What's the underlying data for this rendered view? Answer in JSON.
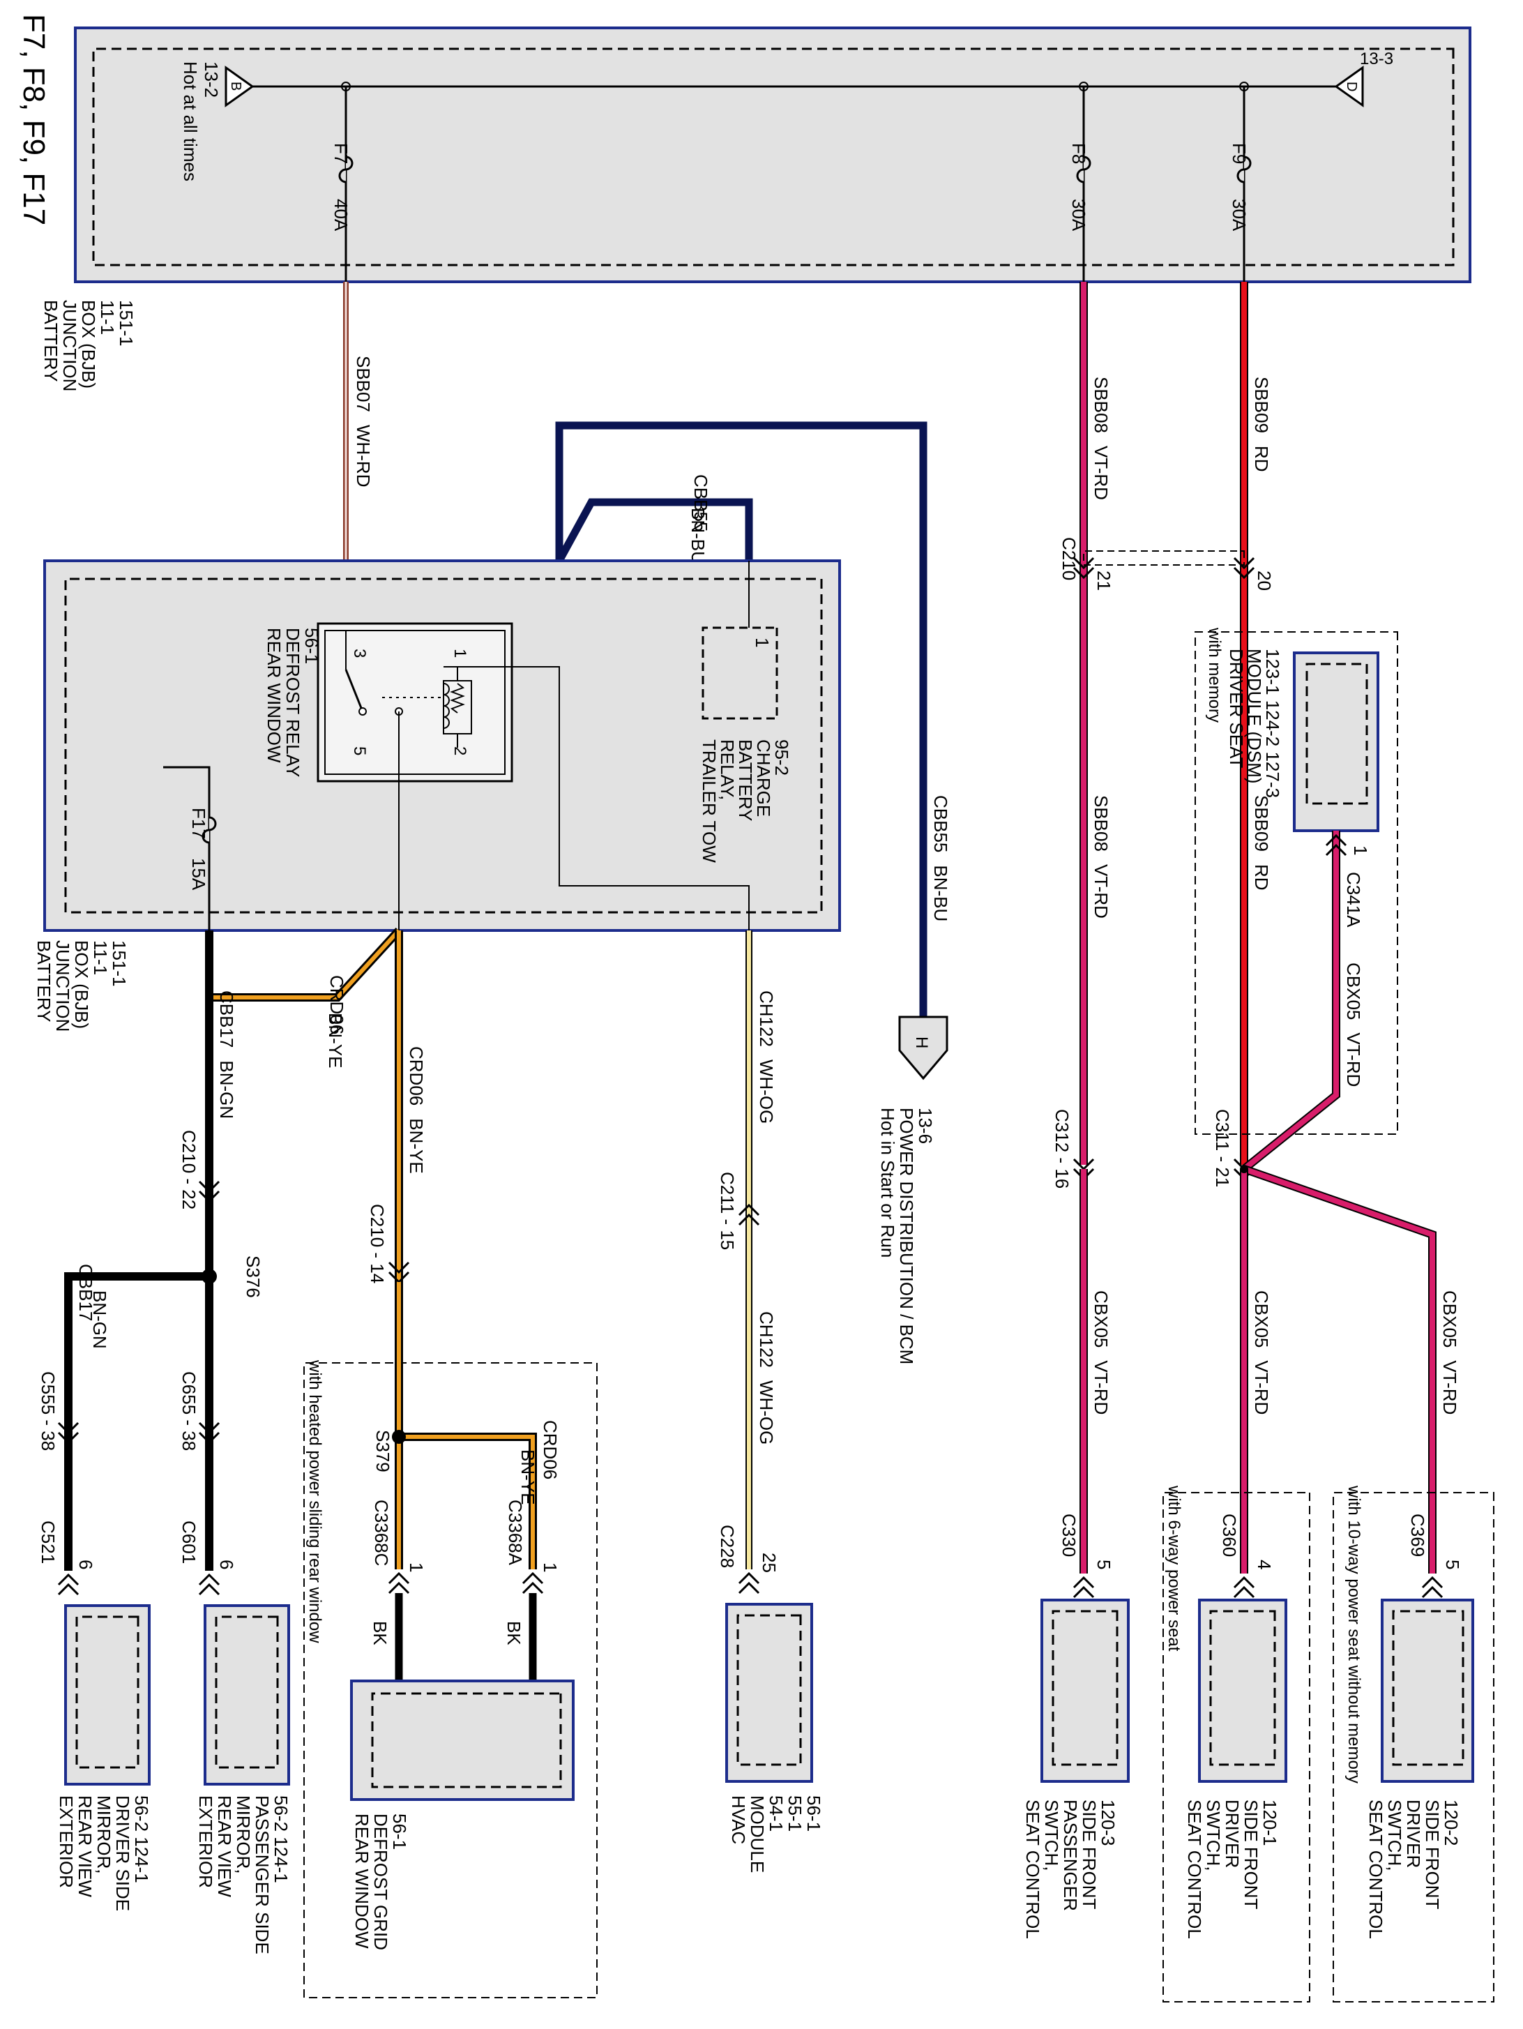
{
  "title": "F7, F8, F9, F17",
  "bjb_top": {
    "label_lines": [
      "BATTERY",
      "JUNCTION",
      "BOX (BJB)",
      "11-1",
      "151-1"
    ]
  },
  "hot_at_all_times": {
    "text": "Hot at all times",
    "ref": "13-2",
    "letter": "B"
  },
  "bus_left": {
    "letter": "D",
    "ref": "13-3"
  },
  "fuses": [
    {
      "name": "F9",
      "rating": "30A"
    },
    {
      "name": "F8",
      "rating": "30A"
    },
    {
      "name": "F7",
      "rating": "40A"
    },
    {
      "name": "F17",
      "rating": "15A"
    }
  ],
  "circuits": {
    "sbb09": {
      "name": "SBB09",
      "color": "RD"
    },
    "sbb08": {
      "name": "SBB08",
      "color": "VT-RD"
    },
    "sbb07": {
      "name": "SBB07",
      "color": "WH-RD"
    },
    "cbb55": {
      "name": "CBB55",
      "color": "BN-BU"
    },
    "cbb17": {
      "name": "CBB17",
      "color": "BN-GN"
    },
    "crd06": {
      "name": "CRD06",
      "color": "BN-YE"
    },
    "ch122": {
      "name": "CH122",
      "color": "WH-OG"
    },
    "cbx05": {
      "name": "CBX05",
      "color": "VT-RD"
    },
    "c341a": {
      "name": "C341A"
    },
    "bk": {
      "color": "BK"
    }
  },
  "connectors": {
    "c210": "C210",
    "pin20": "20",
    "pin21": "21",
    "c311": "C311 - 21",
    "c312": "C312 - 16",
    "c341a_pin": "1",
    "c330": "C330",
    "c330_pin": "5",
    "c360": "C360",
    "c360_pin": "4",
    "c369": "C369",
    "c369_pin": "5",
    "c211": "C211 - 15",
    "c228": "C228",
    "c228_pin": "25",
    "c210_14": "C210 - 14",
    "c210_22": "C210 - 22",
    "s379": "S379",
    "s376": "S376",
    "c3368c": "C3368C",
    "c3368c_pin": "1",
    "c3368a": "C3368A",
    "c3368a_pin": "1",
    "c655": "C655 - 38",
    "c601": "C601",
    "c601_pin": "6",
    "c555": "C555 - 38",
    "c521": "C521",
    "c521_pin": "6"
  },
  "relay": {
    "label_lines": [
      "REAR WINDOW",
      "DEFROST RELAY",
      "56-1"
    ],
    "pins": [
      "1",
      "2",
      "3",
      "5"
    ]
  },
  "trailer_relay": {
    "label_lines": [
      "TRAILER TOW",
      "RELAY,",
      "BATTERY",
      "CHARGE",
      "95-2"
    ],
    "pin": "1"
  },
  "bjb_mid": {
    "label_lines": [
      "BATTERY",
      "JUNCTION",
      "BOX (BJB)",
      "11-1",
      "151-1"
    ]
  },
  "power_dist": {
    "letter": "H",
    "label_lines": [
      "Hot in Start or Run",
      "POWER DISTRIBUTION / BCM",
      "13-6"
    ]
  },
  "modules": {
    "dsm": {
      "label_lines": [
        "DRIVER SEAT",
        "MODULE (DSM)",
        "123-1  124-2  127-3"
      ],
      "option": "with memory"
    },
    "seat_pass": {
      "label_lines": [
        "SEAT CONTROL",
        "SWTCH,",
        "PASSENGER",
        "SIDE FRONT",
        "120-3"
      ]
    },
    "seat_drv6": {
      "label_lines": [
        "SEAT CONTROL",
        "SWTCH,",
        "DRIVER",
        "SIDE FRONT",
        "120-1"
      ],
      "option": "with 6-way power seat"
    },
    "seat_drv10": {
      "label_lines": [
        "SEAT CONTROL",
        "SWTCH,",
        "DRIVER",
        "SIDE FRONT",
        "120-2"
      ],
      "option": "with 10-way power seat without memory"
    },
    "hvac": {
      "label_lines": [
        "HVAC",
        "MODULE",
        "54-1",
        "55-1",
        "56-1"
      ]
    },
    "grid": {
      "label_lines": [
        "REAR WINDOW",
        "DEFROST GRID",
        "56-1"
      ],
      "option": "with heated power sliding rear window"
    },
    "mirror_pass": {
      "label_lines": [
        "EXTERIOR",
        "REAR VIEW",
        "MIRROR,",
        "PASSENGER SIDE",
        "56-2  124-1"
      ]
    },
    "mirror_drv": {
      "label_lines": [
        "EXTERIOR",
        "REAR VIEW",
        "MIRROR,",
        "DRIVER SIDE",
        "56-2  124-1"
      ]
    }
  },
  "wire_colors": {
    "red": "#e8101a",
    "violet_red": "#d81d6a",
    "white_red": "#8a3a2a",
    "brown_blue": "#0a1452",
    "black": "#000000",
    "brown_yellow": "#f0a020",
    "white_orange": "#f6e8a0",
    "box_fill": "#e2e2e2",
    "box_border": "#1c2c8c"
  }
}
